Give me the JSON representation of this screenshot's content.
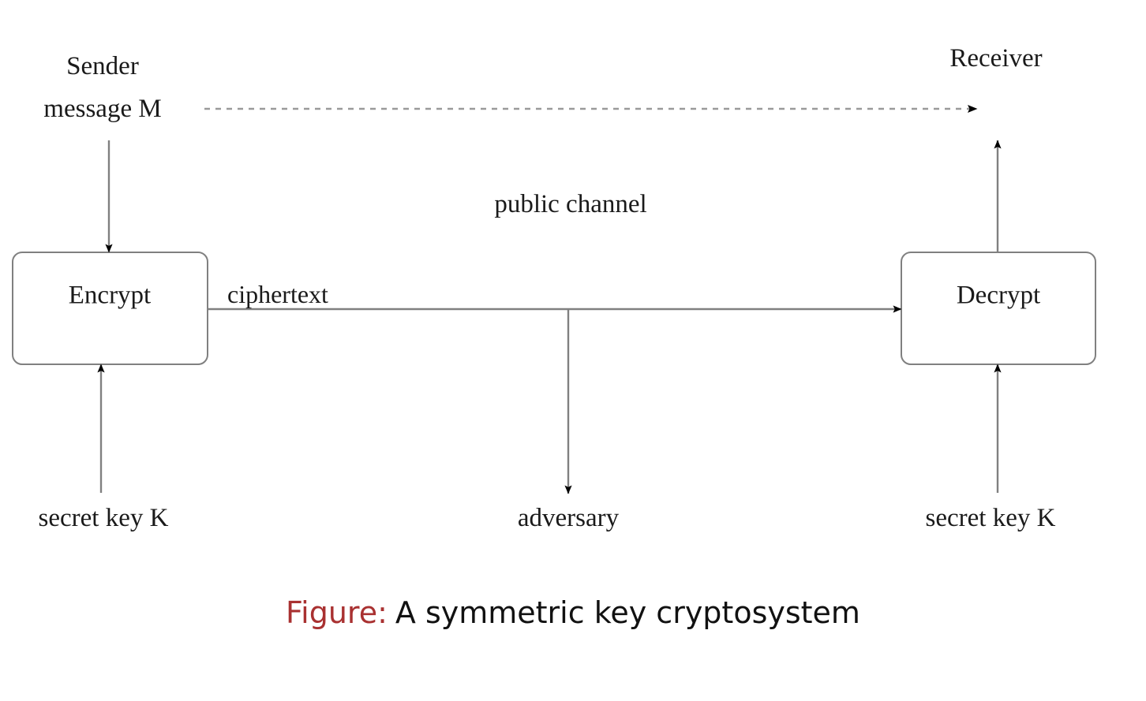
{
  "figure": {
    "kind": "diagram",
    "title": "A symmetric key cryptosystem",
    "caption_prefix": "Figure:",
    "caption_text": "A symmetric key cryptosystem",
    "caption_prefix_color": "#a93131",
    "caption_text_color": "#111111",
    "background_color": "#ffffff",
    "line_color": "#808080",
    "arrowhead_color": "#000000",
    "text_color": "#1a1a1a"
  },
  "nodes": {
    "encrypt": {
      "label": "Encrypt"
    },
    "decrypt": {
      "label": "Decrypt"
    }
  },
  "labels": {
    "sender": "Sender",
    "message": "message M",
    "receiver": "Receiver",
    "public_channel": "public channel",
    "ciphertext": "ciphertext",
    "secret_key_left": "secret key K",
    "secret_key_right": "secret key K",
    "adversary": "adversary"
  },
  "edges": [
    {
      "id": "message-to-receiver",
      "from": "message M",
      "to": "Receiver",
      "style": "dashed",
      "direction": "right"
    },
    {
      "id": "message-to-encrypt",
      "from": "message M",
      "to": "Encrypt",
      "style": "solid",
      "direction": "down"
    },
    {
      "id": "key-to-encrypt",
      "from": "secret key K",
      "to": "Encrypt",
      "style": "solid",
      "direction": "up"
    },
    {
      "id": "encrypt-to-decrypt",
      "from": "Encrypt",
      "to": "Decrypt",
      "style": "solid",
      "direction": "right",
      "label": "ciphertext"
    },
    {
      "id": "channel-to-adversary",
      "from": "ciphertext",
      "to": "adversary",
      "style": "solid",
      "direction": "down"
    },
    {
      "id": "key-to-decrypt",
      "from": "secret key K",
      "to": "Decrypt",
      "style": "solid",
      "direction": "up"
    },
    {
      "id": "decrypt-to-receiver",
      "from": "Decrypt",
      "to": "Receiver",
      "style": "solid",
      "direction": "up"
    }
  ]
}
